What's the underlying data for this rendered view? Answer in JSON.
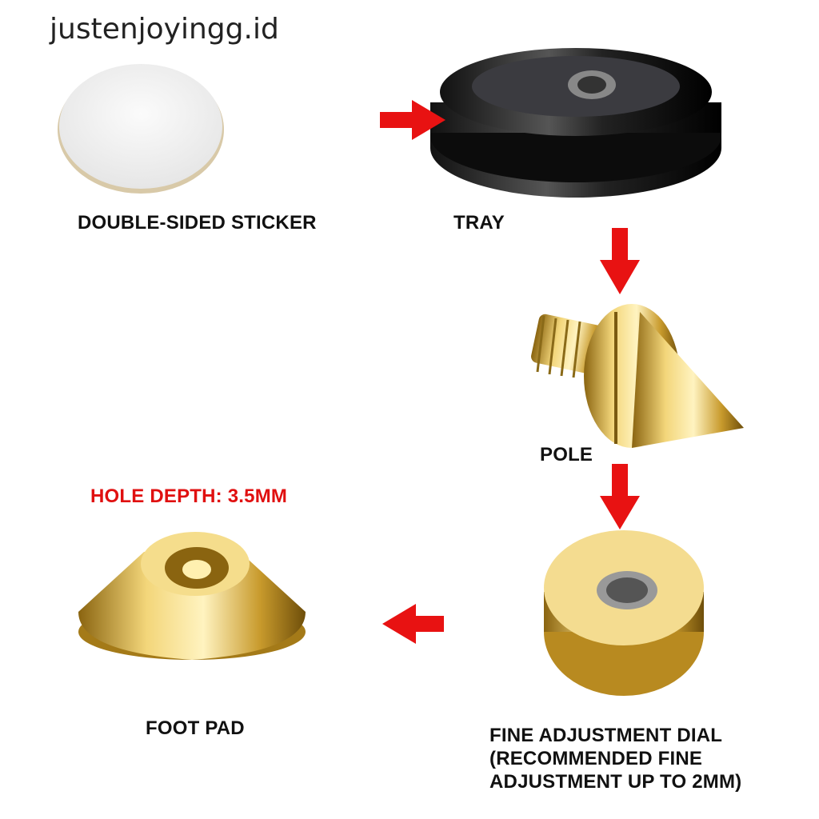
{
  "watermark": "justenjoyingg.id",
  "parts": {
    "sticker": "DOUBLE-SIDED STICKER",
    "tray": "TRAY",
    "pole": "POLE",
    "dial_line1": "FINE ADJUSTMENT DIAL",
    "dial_line2": "(RECOMMENDED FINE",
    "dial_line3": "ADJUSTMENT UP TO 2MM)",
    "foot_pad": "FOOT PAD",
    "hole_depth": "HOLE DEPTH: 3.5MM"
  },
  "colors": {
    "arrow": "#e81212",
    "gold": "#d9b040",
    "tray": "#2a2a2e"
  }
}
